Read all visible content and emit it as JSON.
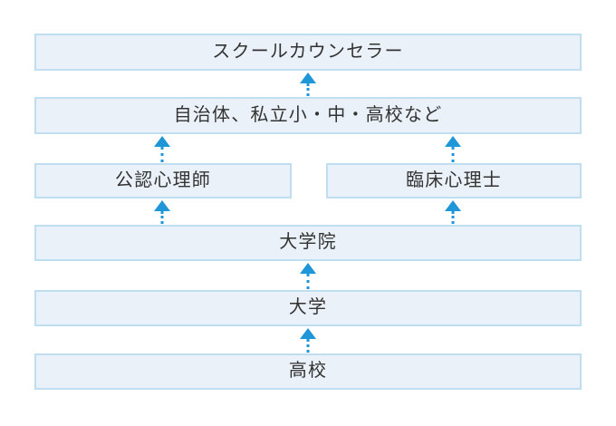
{
  "diagram": {
    "type": "flowchart-vertical",
    "title": "",
    "colors": {
      "node_fill": "#eaf1f8",
      "node_border": "#bfdff0",
      "arrow": "#1e96d8",
      "text": "#333333",
      "background": "#ffffff"
    },
    "nodes": [
      {
        "id": "counselor",
        "label": "スクールカウンセラー",
        "row": 1,
        "span": "full"
      },
      {
        "id": "employer",
        "label": "自治体、私立小・中・高校など",
        "row": 2,
        "span": "full"
      },
      {
        "id": "certified",
        "label": "公認心理師",
        "row": 3,
        "span": "half-left"
      },
      {
        "id": "clinical",
        "label": "臨床心理士",
        "row": 3,
        "span": "half-right"
      },
      {
        "id": "grad",
        "label": "大学院",
        "row": 4,
        "span": "full"
      },
      {
        "id": "univ",
        "label": "大学",
        "row": 5,
        "span": "full"
      },
      {
        "id": "highschool",
        "label": "高校",
        "row": 6,
        "span": "full"
      }
    ],
    "arrows": [
      {
        "id": "a1",
        "from": "employer",
        "to": "counselor",
        "style": "dotted-up"
      },
      {
        "id": "a2",
        "from": "certified",
        "to": "employer",
        "style": "dotted-up"
      },
      {
        "id": "a3",
        "from": "clinical",
        "to": "employer",
        "style": "dotted-up"
      },
      {
        "id": "a4",
        "from": "grad",
        "to": "certified",
        "style": "dotted-up"
      },
      {
        "id": "a5",
        "from": "grad",
        "to": "clinical",
        "style": "dotted-up"
      },
      {
        "id": "a6",
        "from": "univ",
        "to": "grad",
        "style": "dotted-up"
      },
      {
        "id": "a7",
        "from": "highschool",
        "to": "univ",
        "style": "dotted-up"
      }
    ]
  }
}
